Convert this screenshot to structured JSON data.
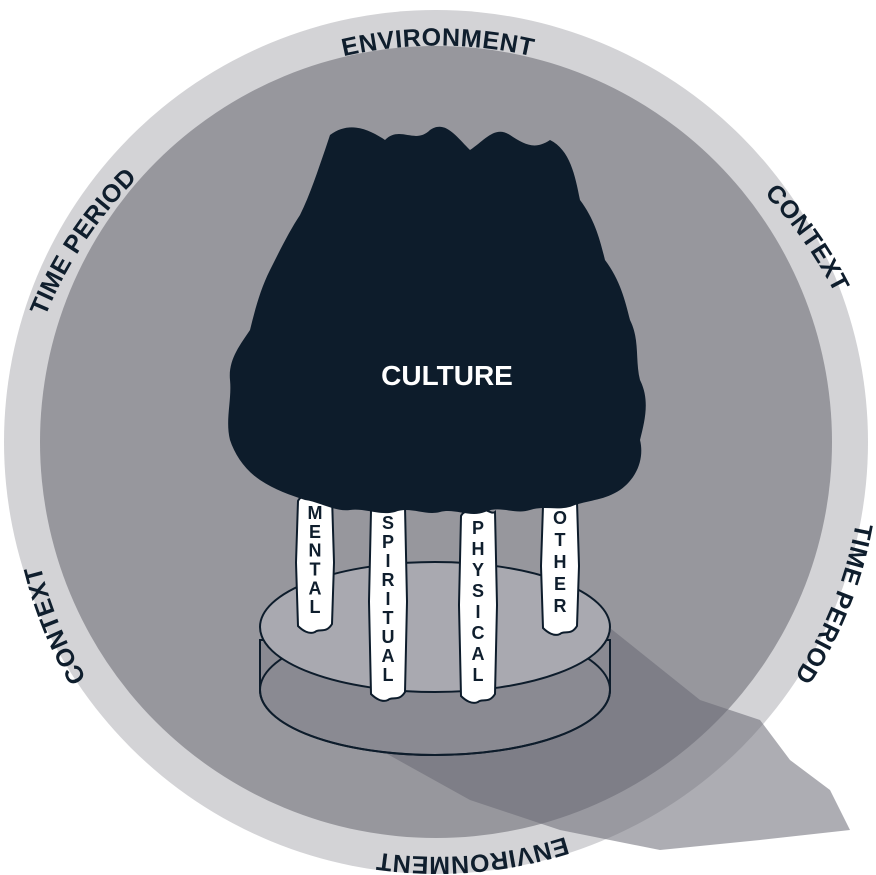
{
  "colors": {
    "outer_ring": "#d3d3d6",
    "inner_disc": "#97979d",
    "tree": "#0d1c2b",
    "pillar": "#ffffff",
    "platform_top": "#a9a9b0",
    "platform_side": "#8a8a92",
    "shadow": "#6a6a74",
    "text_dark": "#0f1e2d"
  },
  "ring_labels": {
    "top": "ENVIRONMENT",
    "top_right": "CONTEXT",
    "right": "TIME PERIOD",
    "bottom": "ENVIRONMENT",
    "left": "CONTEXT",
    "top_left": "TIME PERIOD"
  },
  "core": {
    "label": "CULTURE"
  },
  "pillars": [
    {
      "label": "MENTAL"
    },
    {
      "label": "SPIRITUAL"
    },
    {
      "label": "PHYSICAL"
    },
    {
      "label": "OTHER"
    }
  ]
}
